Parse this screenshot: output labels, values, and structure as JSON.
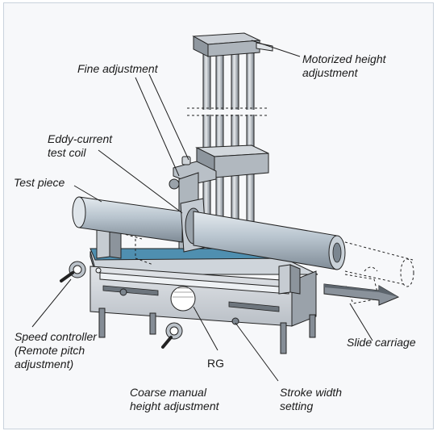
{
  "labels": {
    "fine_adjustment": "Fine adjustment",
    "motorized_height": [
      "Motorized height",
      "adjustment"
    ],
    "eddy_current_coil": [
      "Eddy-current",
      "test coil"
    ],
    "test_piece": "Test piece",
    "speed_controller": [
      "Speed controller",
      "(Remote pitch",
      "adjustment)"
    ],
    "rg": "RG",
    "coarse_manual_height": [
      "Coarse manual",
      "height adjustment"
    ],
    "stroke_width": [
      "Stroke width",
      "setting"
    ],
    "slide_carriage": "Slide carriage"
  },
  "colors": {
    "steel_light": "#d9dde2",
    "steel_mid": "#a9b0b8",
    "steel_dark": "#6f7780",
    "pipe": "#b7c2cc",
    "accent_blue": "#4f8fb0",
    "line": "#1f1f1f"
  }
}
